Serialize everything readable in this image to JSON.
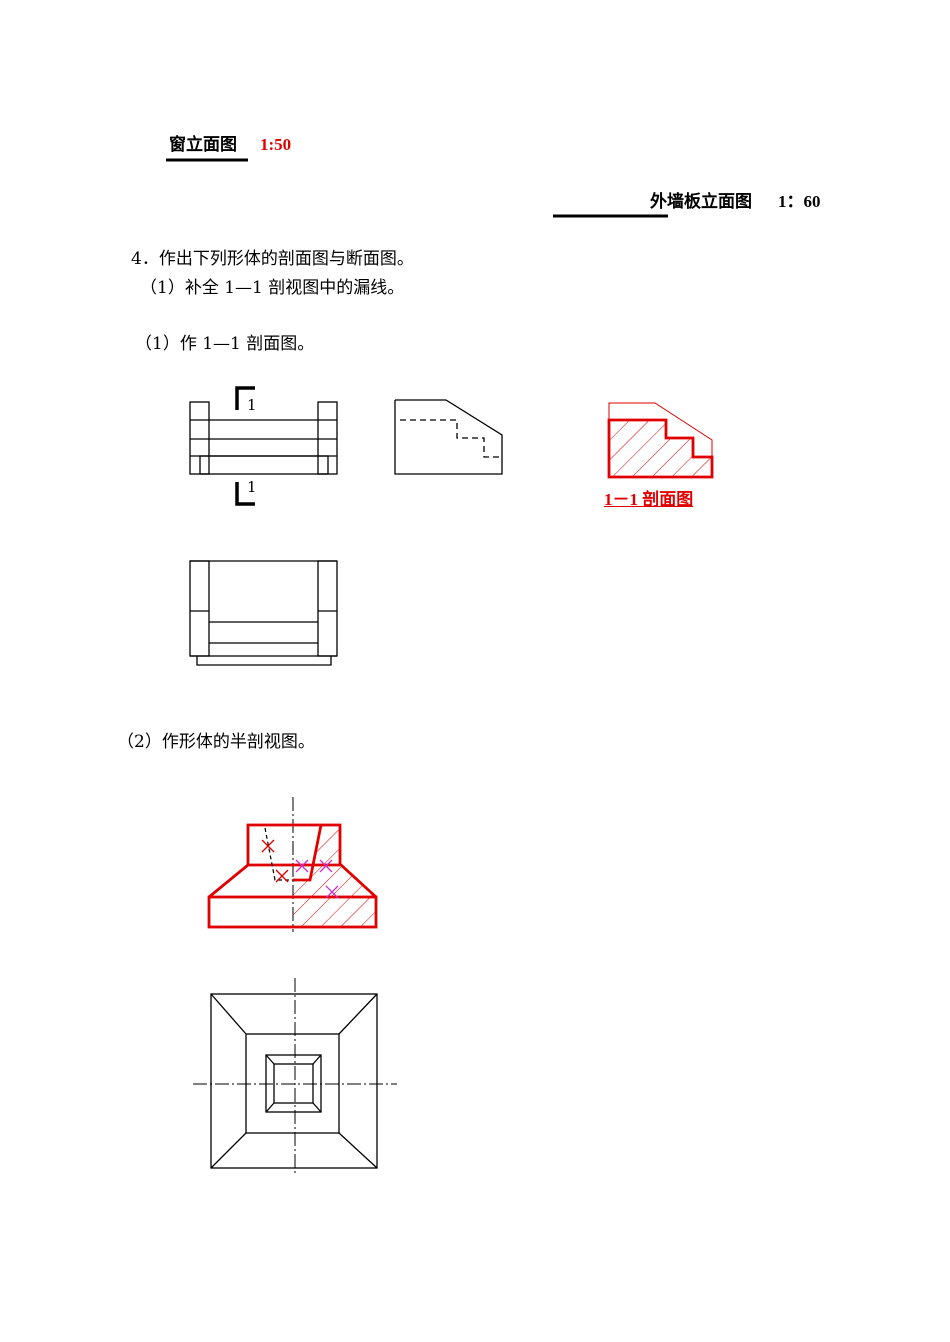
{
  "captions": {
    "window_elevation": {
      "title": "窗立面图",
      "scale": "1:50"
    },
    "wall_panel_elevation": {
      "title": "外墙板立面图",
      "scale": "1：60"
    }
  },
  "exercise": {
    "heading": "4．作出下列形体的剖面图与断面图。",
    "sub1": "（1）补全 1—1 剖视图中的漏线。",
    "sub1b": "（1）作 1—1 剖面图。",
    "sub2": "（2）作形体的半剖视图。"
  },
  "drawing1": {
    "cut_label_top": "1",
    "cut_label_bottom": "1",
    "section_caption": "1－1 剖面图"
  },
  "colors": {
    "answer_red": "#e00000",
    "magenta": "#cc33cc",
    "line": "#000000"
  }
}
